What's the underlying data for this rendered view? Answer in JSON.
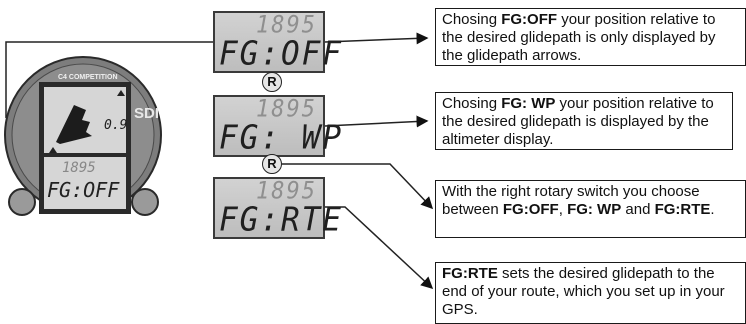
{
  "lcd_screens": [
    {
      "number": "1895",
      "mode": "FG:OFF"
    },
    {
      "number": "1895",
      "mode": "FG: WP"
    },
    {
      "number": "1895",
      "mode": "FG:RTE"
    }
  ],
  "selector_symbol": "R",
  "device": {
    "brand": "C4 COMPETITION",
    "sdi": "SDI",
    "reading": "0.9",
    "screen_number": "1895",
    "screen_mode": "FG:OFF"
  },
  "notes": [
    {
      "pre": "Chosing ",
      "bold": "FG:OFF",
      "post": " your position relative to the desired glidepath is only displayed by the glidepath arrows."
    },
    {
      "pre": "Chosing ",
      "bold": "FG: WP",
      "post": " your position relative to the desired glidepath is displayed by the altimeter display."
    },
    {
      "pre": "With the right rotary switch you choose between ",
      "bold": "FG:OFF",
      "mid": ", ",
      "bold2": "FG: WP",
      "mid2": " and ",
      "bold3": "FG:RTE",
      "post": "."
    },
    {
      "bold": "FG:RTE",
      "post": " sets the desired glidepath to the end of your route, which you set up in your GPS."
    }
  ]
}
